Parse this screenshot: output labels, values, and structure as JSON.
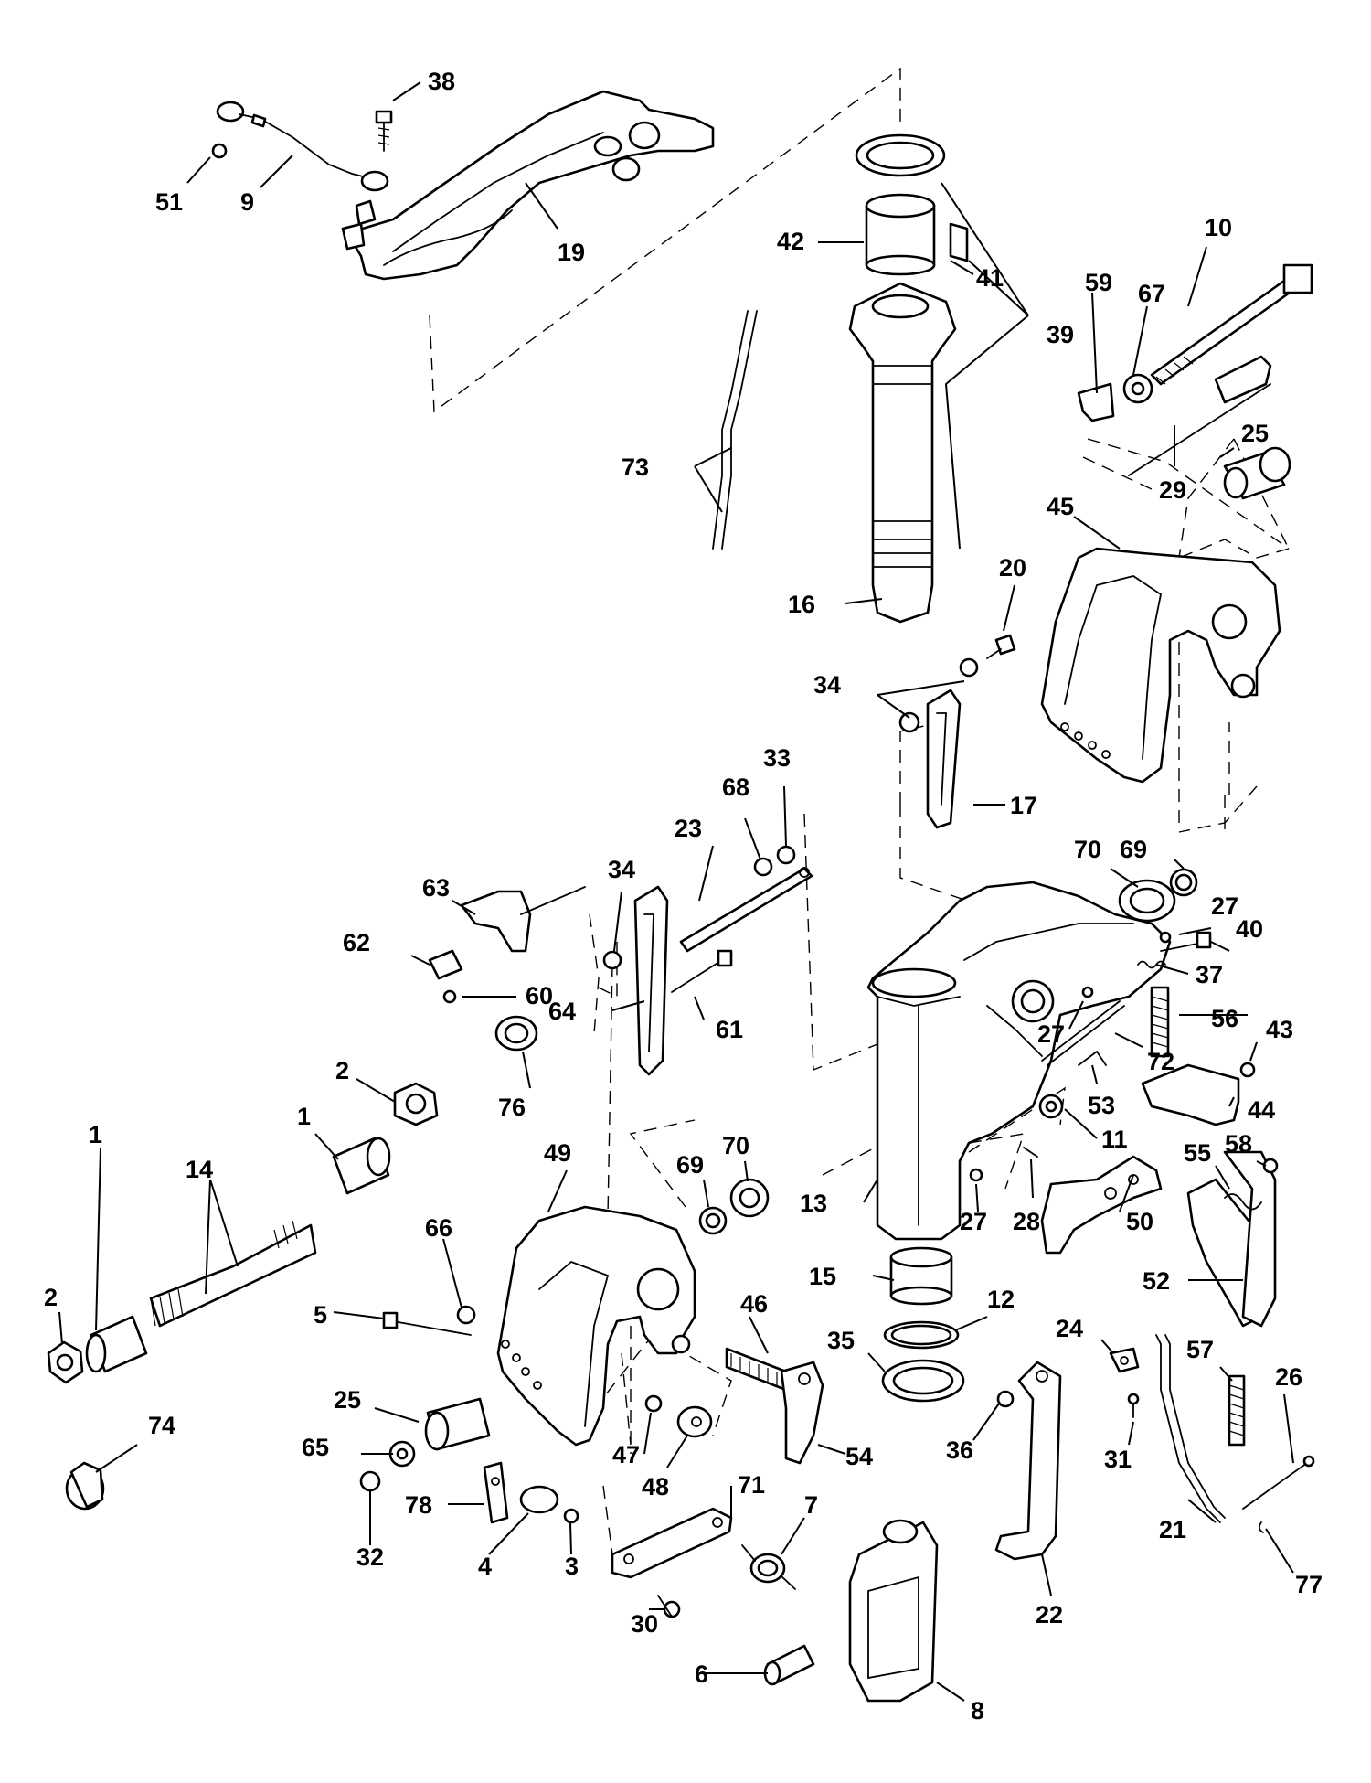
{
  "labels": {
    "l38": "38",
    "l51": "51",
    "l9": "9",
    "l19": "19",
    "l42": "42",
    "l41": "41",
    "l39": "39",
    "l10": "10",
    "l59": "59",
    "l67": "67",
    "l29": "29",
    "l25a": "25",
    "l73": "73",
    "l16": "16",
    "l45": "45",
    "l20": "20",
    "l34a": "34",
    "l17": "17",
    "l33": "33",
    "l68": "68",
    "l23": "23",
    "l63": "63",
    "l34b": "34",
    "l62": "62",
    "l60": "60",
    "l64": "64",
    "l61": "61",
    "l76": "76",
    "l69a": "69",
    "l70a": "70",
    "l27a": "27",
    "l40": "40",
    "l37": "37",
    "l27b": "27",
    "l72": "72",
    "l56": "56",
    "l43": "43",
    "l53": "53",
    "l44": "44",
    "l11": "11",
    "l58": "58",
    "l55": "55",
    "l27c": "27",
    "l28": "28",
    "l50": "50",
    "l13": "13",
    "l52": "52",
    "l2a": "2",
    "l1a": "1",
    "l14": "14",
    "l1b": "1",
    "l2b": "2",
    "l49": "49",
    "l69b": "69",
    "l70b": "70",
    "l66": "66",
    "l5": "5",
    "l46": "46",
    "l15": "15",
    "l12": "12",
    "l35": "35",
    "l24": "24",
    "l57": "57",
    "l26": "26",
    "l36": "36",
    "l31": "31",
    "l25b": "25",
    "l65": "65",
    "l47": "47",
    "l48": "48",
    "l54": "54",
    "l74": "74",
    "l78": "78",
    "l32": "32",
    "l4": "4",
    "l3": "3",
    "l71": "71",
    "l7": "7",
    "l30": "30",
    "l22": "22",
    "l21": "21",
    "l77": "77",
    "l6": "6",
    "l8": "8"
  },
  "icons": {
    "swivel_bracket": "swivel-bracket-icon",
    "clamp_bracket": "clamp-bracket-icon",
    "steering_arm": "steering-arm-icon",
    "pivot_shaft": "pivot-shaft-icon"
  }
}
